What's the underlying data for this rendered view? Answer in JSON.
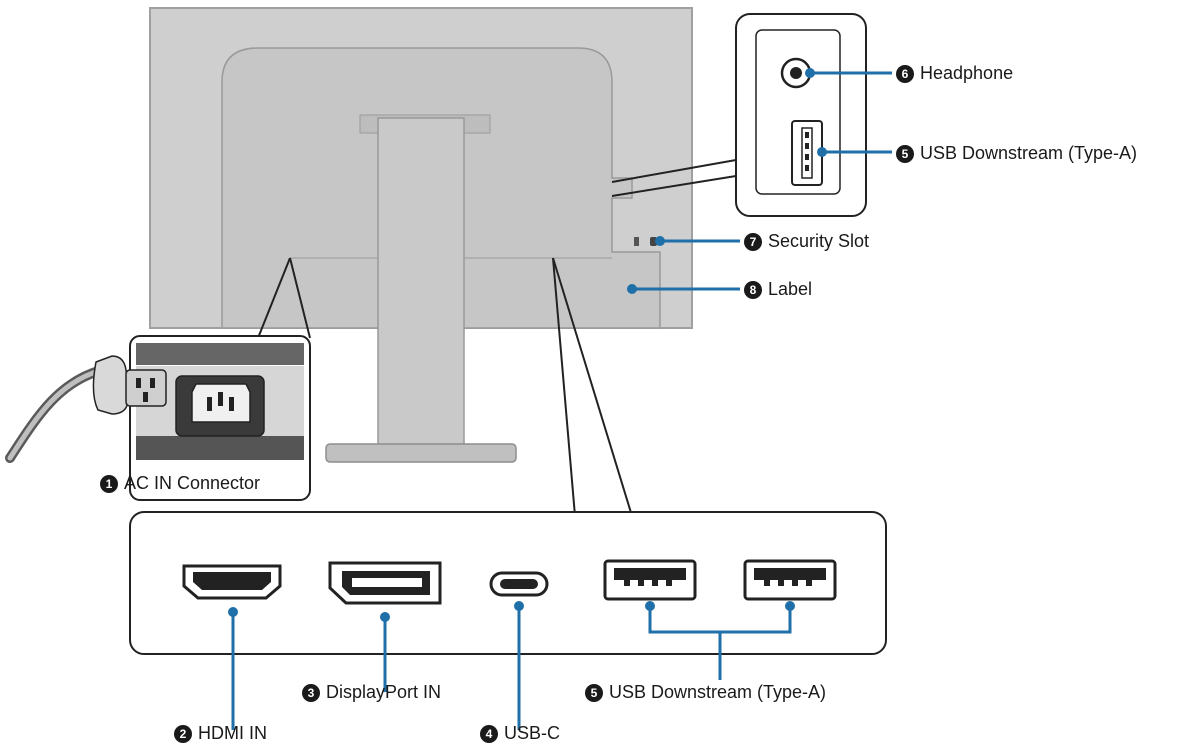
{
  "callouts": [
    {
      "id": "ac-in",
      "num": "1",
      "text": "AC IN Connector"
    },
    {
      "id": "hdmi-in",
      "num": "2",
      "text": "HDMI IN"
    },
    {
      "id": "displayport-in",
      "num": "3",
      "text": "DisplayPort IN"
    },
    {
      "id": "usb-c",
      "num": "4",
      "text": "USB-C"
    },
    {
      "id": "usb-downstream-bottom",
      "num": "5",
      "text": "USB Downstream (Type-A)"
    },
    {
      "id": "usb-downstream-side",
      "num": "5",
      "text": "USB Downstream (Type-A)"
    },
    {
      "id": "headphone",
      "num": "6",
      "text": "Headphone"
    },
    {
      "id": "security-slot",
      "num": "7",
      "text": "Security Slot"
    },
    {
      "id": "label",
      "num": "8",
      "text": "Label"
    }
  ],
  "colors": {
    "leader_line": "#1f6fa8",
    "monitor_fill": "#cfcfcf",
    "monitor_edge": "#a9a9a9",
    "outline": "#222222"
  },
  "icons": [
    "power-cord-icon",
    "ac-socket-icon",
    "hdmi-port-icon",
    "displayport-port-icon",
    "usbc-port-icon",
    "usb-a-port-icon",
    "headphone-jack-icon",
    "security-slot-icon"
  ]
}
